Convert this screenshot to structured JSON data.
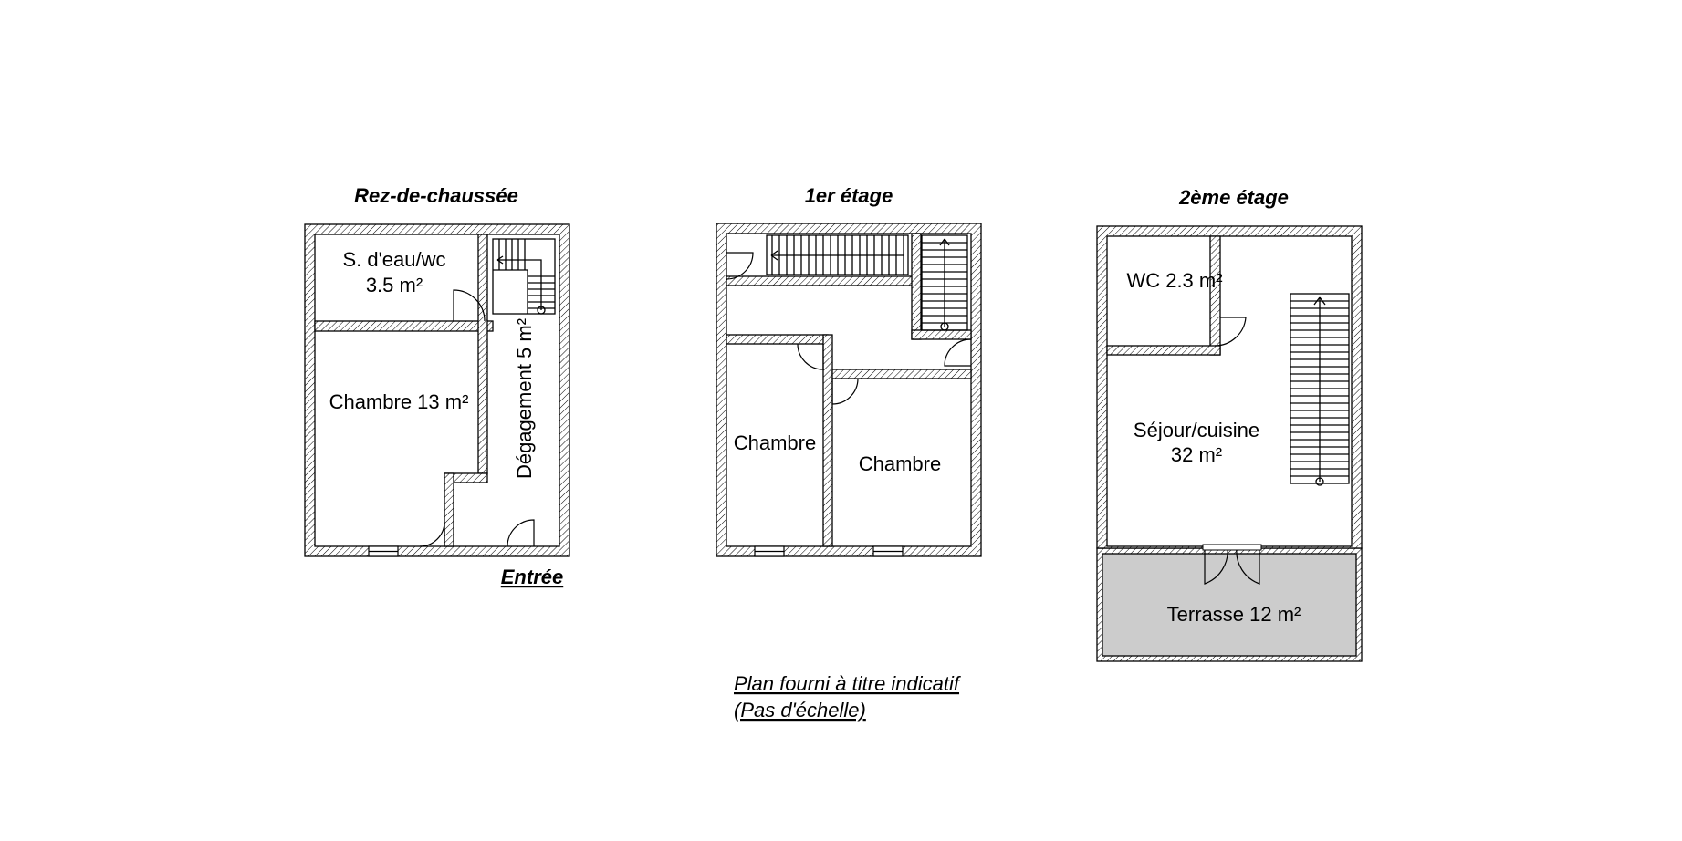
{
  "floors": [
    {
      "title": "Rez-de-chaussée",
      "rooms": [
        {
          "name": "S. d'eau/wc",
          "area": "3.5 m²"
        },
        {
          "name": "Chambre 13 m²"
        },
        {
          "name": "Dégagement 5 m²"
        }
      ],
      "entrance_label": "Entrée"
    },
    {
      "title": "1er étage",
      "rooms": [
        {
          "name": "Chambre"
        },
        {
          "name": "Chambre"
        }
      ]
    },
    {
      "title": "2ème étage",
      "rooms": [
        {
          "name": "WC 2.3 m²"
        },
        {
          "name": "Séjour/cuisine",
          "area": "32 m²"
        },
        {
          "name": "Terrasse 12 m²"
        }
      ],
      "terrace_color": "#cccccc"
    }
  ],
  "note": {
    "line1": "Plan fourni à titre indicatif",
    "line2": "(Pas d'échelle)"
  }
}
